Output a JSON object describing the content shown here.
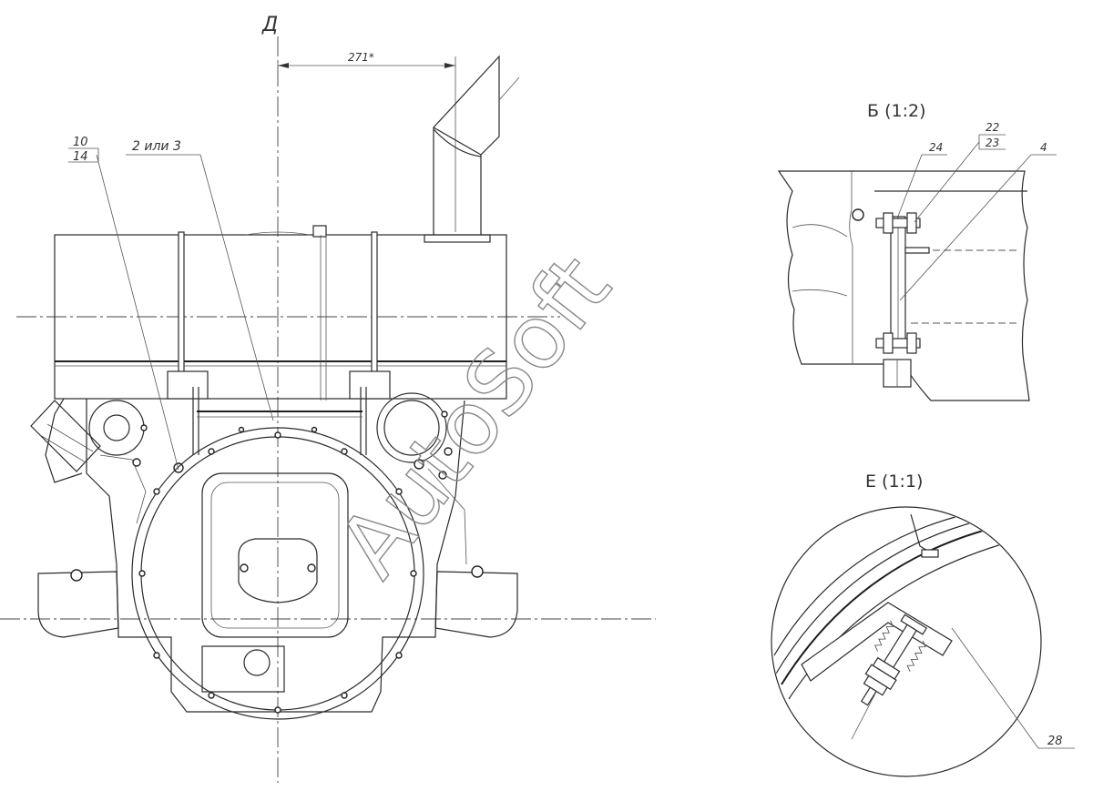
{
  "main_view": {
    "view_label": "Д",
    "dimension": "271*",
    "callout_top": "10",
    "callout_bottom": "14",
    "callout_part": "2 или 3"
  },
  "detail_b": {
    "title": "Б (1:2)",
    "callout_24": "24",
    "callout_22": "22",
    "callout_23": "23",
    "callout_4": "4"
  },
  "detail_e": {
    "title": "Е (1:1)",
    "callout_28": "28"
  },
  "watermark": "AutoSoft"
}
